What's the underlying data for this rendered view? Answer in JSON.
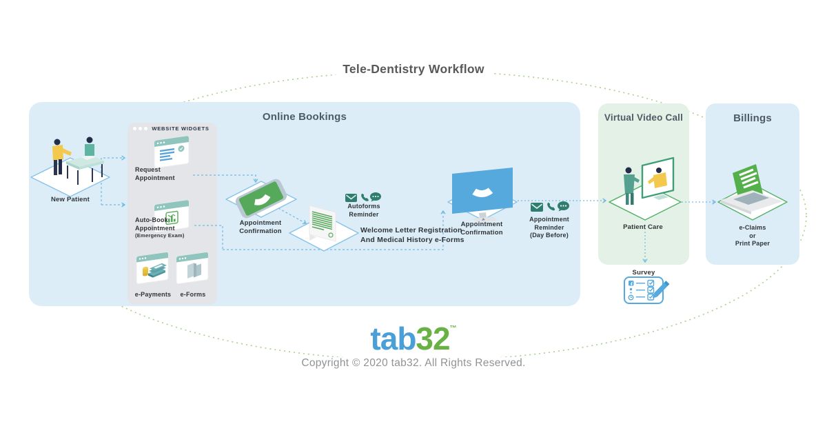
{
  "title": "Tele-Dentistry Workflow",
  "panels": {
    "online_bookings": {
      "title": "Online Bookings"
    },
    "virtual_video_call": {
      "title": "Virtual Video Call"
    },
    "billings": {
      "title": "Billings"
    }
  },
  "widgets": {
    "header": "WEBSITE WIDGETS",
    "items": [
      {
        "label": "Request\nAppointment"
      },
      {
        "label": "Auto-Book\nAppointment",
        "sublabel": "(Emergency Exam)"
      },
      {
        "label": "e-Payments"
      },
      {
        "label": "e-Forms"
      }
    ]
  },
  "nodes": {
    "new_patient": {
      "label": "New Patient"
    },
    "appointment_confirmation_phone": {
      "label": "Appointment\nConfirmation"
    },
    "autoforms_reminder": {
      "label": "Autoforms\nReminder"
    },
    "welcome_letter": {
      "label": "Welcome Letter Registration\nAnd Medical History e-Forms"
    },
    "appointment_confirmation_monitor": {
      "label": "Appointment\nConfirmation"
    },
    "appointment_reminder": {
      "label": "Appointment\nReminder\n(Day Before)"
    },
    "patient_care": {
      "label": "Patient Care"
    },
    "survey": {
      "label": "Survey"
    },
    "eclaims": {
      "label": "e-Claims\nor\nPrint Paper"
    }
  },
  "logo": {
    "part1": "tab",
    "part2": "32",
    "tm": "™"
  },
  "copyright": "Copyright © 2020 tab32. All Rights Reserved.",
  "colors": {
    "panel_blue": "#dcedf8",
    "panel_green": "#e4f1e6",
    "widget_gray": "#e4e5e8",
    "flow_line_blue": "#74b9e0",
    "tile_outline_blue": "#85c3e8",
    "tile_outline_green": "#56b26a",
    "accent_green": "#56a95a",
    "icon_teal": "#2e7d6f",
    "monitor_blue": "#55a9dd",
    "survey_blue": "#54a9de",
    "logo_blue": "#4b9fd7",
    "logo_green": "#69b144",
    "ellipse_green": "#a8cf8e"
  }
}
